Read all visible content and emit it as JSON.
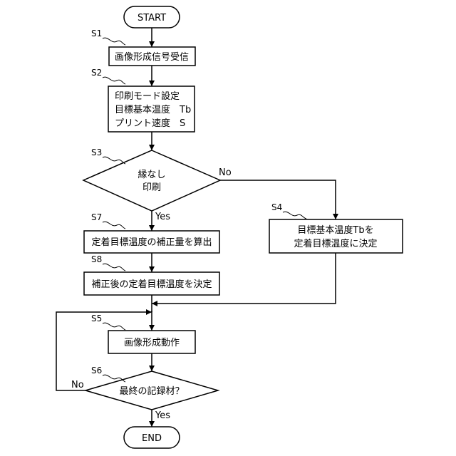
{
  "flowchart": {
    "start": "START",
    "end": "END",
    "s1": {
      "step": "S1",
      "lines": [
        "画像形成信号受信"
      ]
    },
    "s2": {
      "step": "S2",
      "lines": [
        "印刷モード設定",
        "目標基本温度　Tb",
        "プリント速度　S"
      ]
    },
    "s3": {
      "step": "S3",
      "lines": [
        "縁なし",
        "印刷"
      ]
    },
    "s4": {
      "step": "S4",
      "lines": [
        "目標基本温度Tbを",
        "定着目標温度に決定"
      ]
    },
    "s7": {
      "step": "S7",
      "lines": [
        "定着目標温度の補正量を算出"
      ]
    },
    "s8": {
      "step": "S8",
      "lines": [
        "補正後の定着目標温度を決定"
      ]
    },
    "s5": {
      "step": "S5",
      "lines": [
        "画像形成動作"
      ]
    },
    "s6": {
      "step": "S6",
      "lines": [
        "最終の記録材？"
      ]
    },
    "labels": {
      "yes": "Yes",
      "no": "No"
    }
  }
}
